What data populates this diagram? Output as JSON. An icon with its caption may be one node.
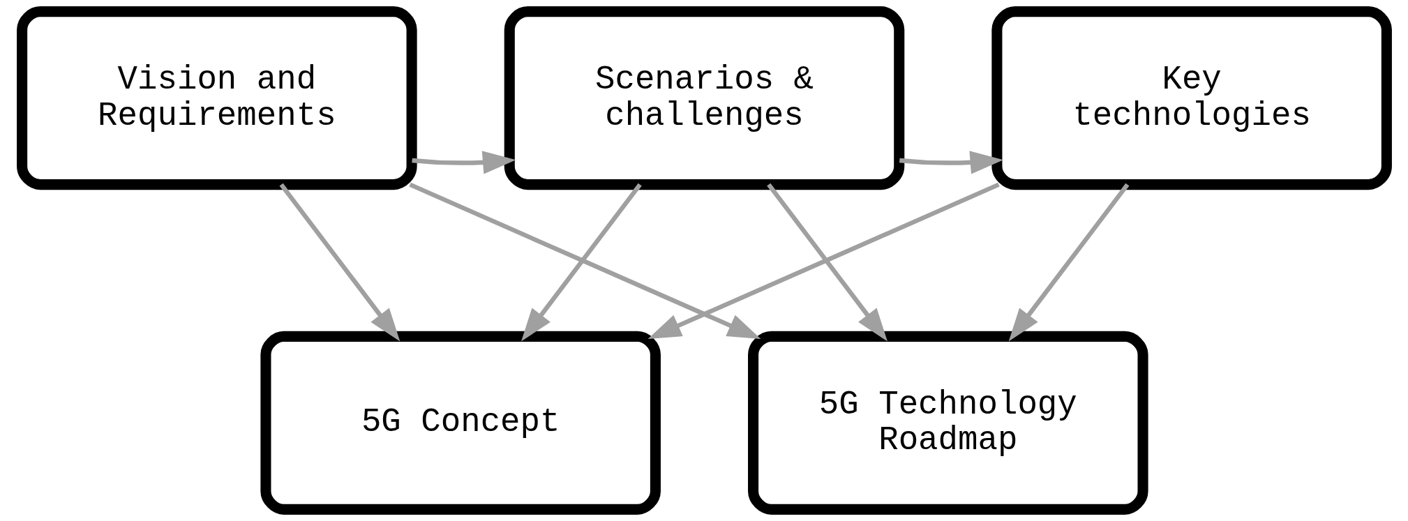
{
  "diagram": {
    "nodes": [
      {
        "text": [
          "Vision and Requirements"
        ]
      },
      {
        "text": [
          "Scenarios & challenges"
        ]
      },
      {
        "text": [
          "Key technologies"
        ]
      },
      {
        "text": [
          "5G Concept"
        ]
      },
      {
        "text": [
          "5G Technology Roadmap"
        ]
      }
    ],
    "edges": [
      {
        "from": 0,
        "to": 1,
        "arrow": "to"
      },
      {
        "from": 1,
        "to": 2,
        "arrow": "to"
      },
      {
        "from": 0,
        "to": 3,
        "arrow": "to"
      },
      {
        "from": 0,
        "to": 4,
        "arrow": "to"
      },
      {
        "from": 1,
        "to": 3,
        "arrow": "to"
      },
      {
        "from": 1,
        "to": 4,
        "arrow": "to"
      },
      {
        "from": 2,
        "to": 3,
        "arrow": "to"
      },
      {
        "from": 2,
        "to": 4,
        "arrow": "to"
      }
    ]
  }
}
